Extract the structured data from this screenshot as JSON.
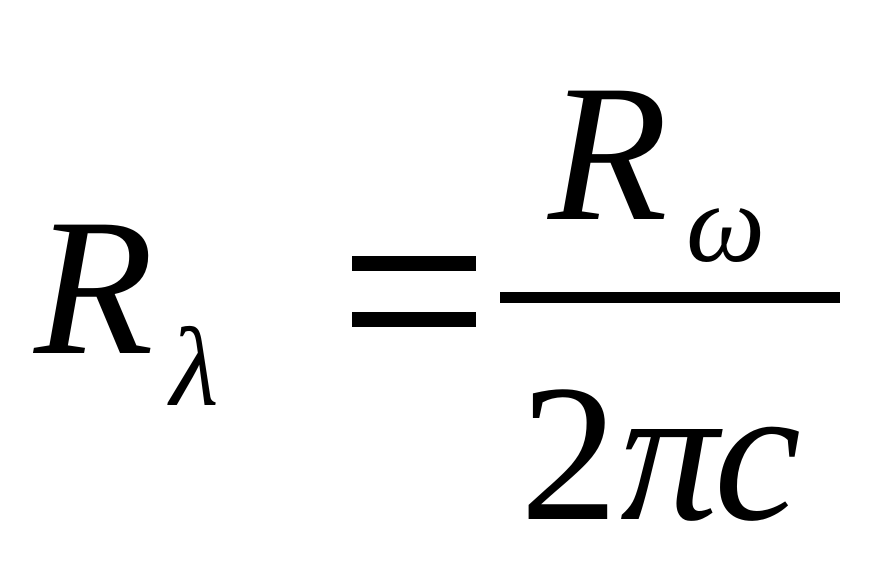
{
  "formula": {
    "lhs_symbol": "R",
    "lhs_subscript": "λ",
    "relation": "=",
    "numerator_symbol": "R",
    "numerator_subscript": "ω",
    "denominator_coefficient": "2",
    "denominator_pi": "π",
    "denominator_variable": "c"
  }
}
